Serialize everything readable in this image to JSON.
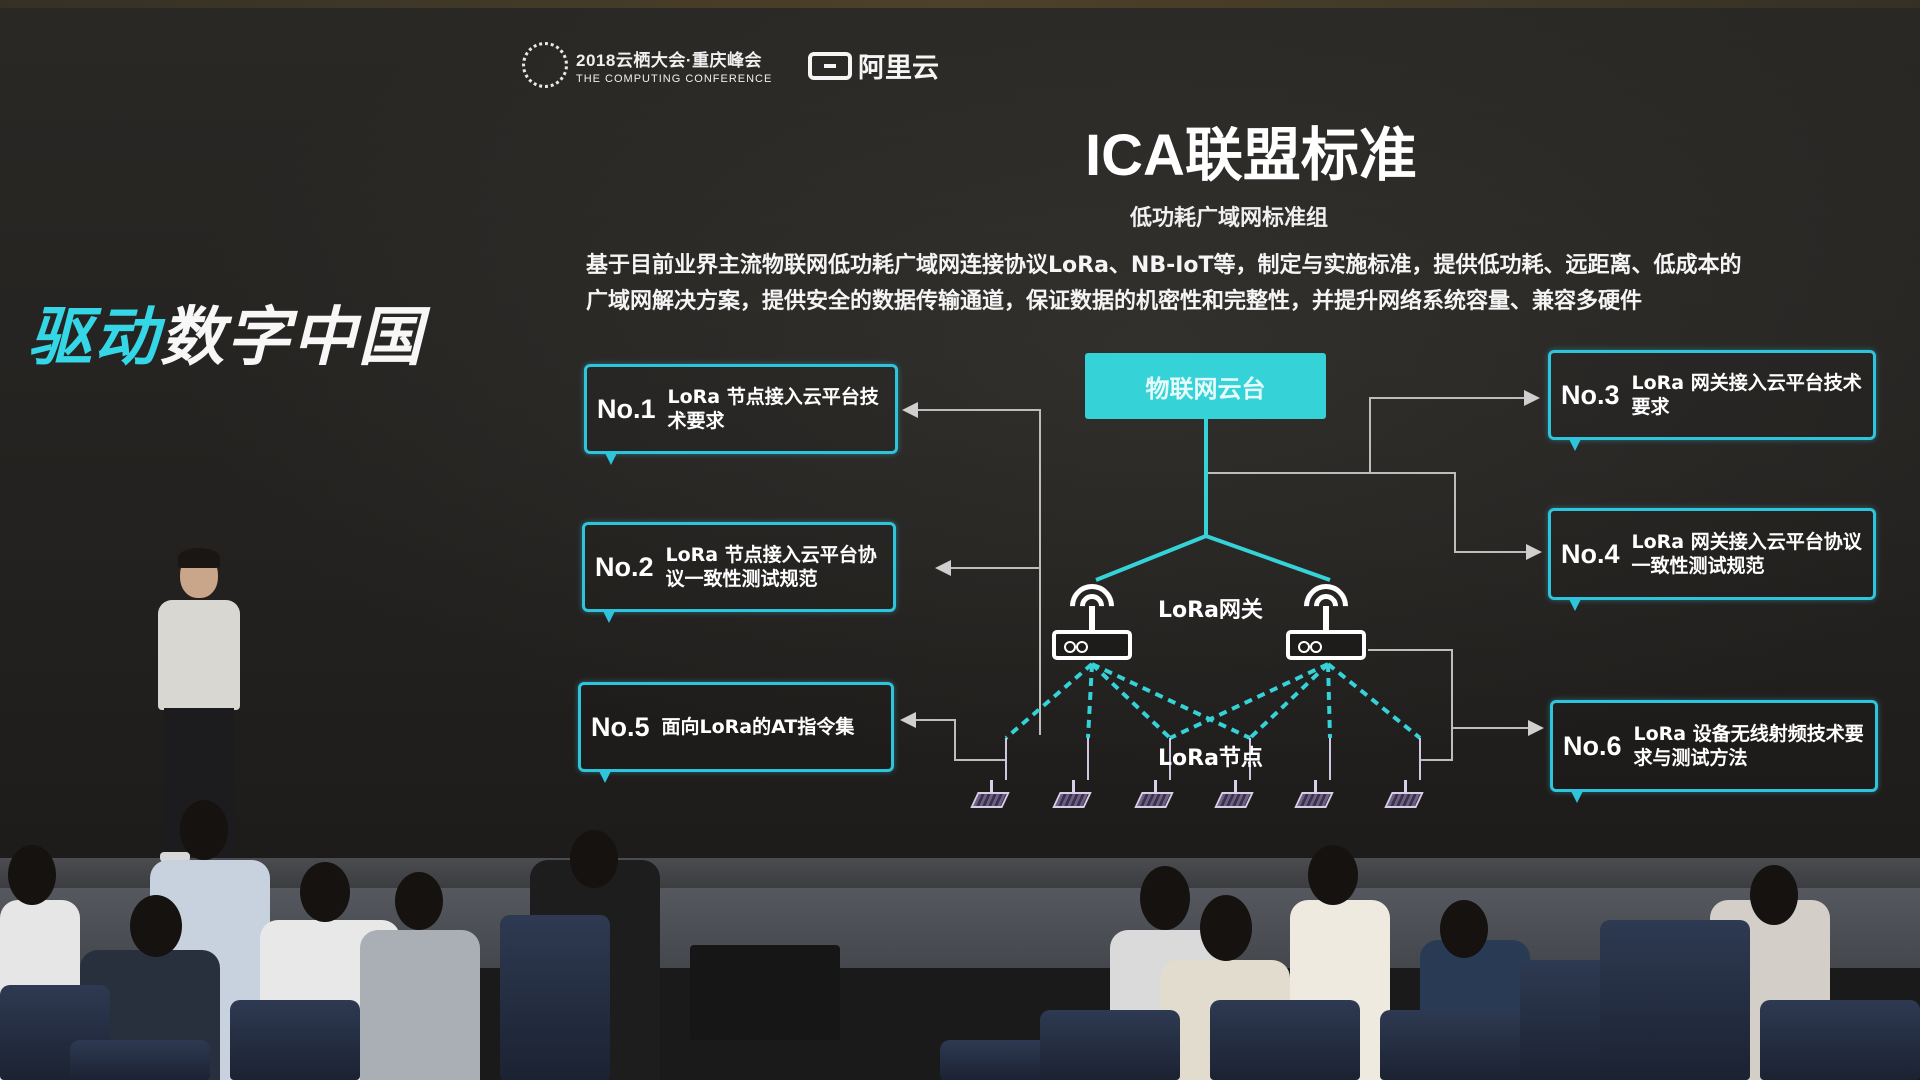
{
  "conference_logo": {
    "line1": "2018云栖大会·重庆峰会",
    "line2": "THE COMPUTING CONFERENCE"
  },
  "aliyun_logo": "阿里云",
  "slogan": {
    "highlight": "驱动",
    "rest": "数字中国"
  },
  "slide": {
    "title": "ICA联盟标准",
    "subtitle": "低功耗广域网标准组",
    "description_lines": [
      "基于目前业界主流物联网低功耗广域网连接协议LoRa、NB-IoT等，制定与实施标准，提供低功耗、远距离、低成本的",
      "广域网解决方案，提供安全的数据传输通道，保证数据的机密性和完整性，并提升网络系统容量、兼容多硬件"
    ]
  },
  "diagram": {
    "cloud_platform": "物联网云台",
    "gateway_label": "LoRa网关",
    "node_label": "LoRa节点",
    "standards": [
      {
        "num": "No.1",
        "text": "LoRa 节点接入云平台技术要求"
      },
      {
        "num": "No.2",
        "text": "LoRa 节点接入云平台协议一致性测试规范"
      },
      {
        "num": "No.3",
        "text": "LoRa 网关接入云平台技术要求"
      },
      {
        "num": "No.4",
        "text": "LoRa 网关接入云平台协议一致性测试规范"
      },
      {
        "num": "No.5",
        "text": "面向LoRa的AT指令集"
      },
      {
        "num": "No.6",
        "text": "LoRa 设备无线射频技术要求与测试方法"
      }
    ]
  },
  "colors": {
    "accent": "#35d2d8",
    "box_border": "#2ec5dc",
    "screen_bg": "#252320"
  }
}
